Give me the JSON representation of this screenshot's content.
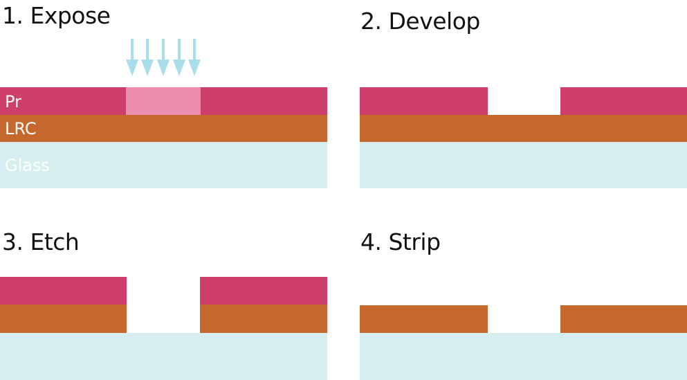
{
  "steps": [
    {
      "title": "1. Expose"
    },
    {
      "title": "2. Develop"
    },
    {
      "title": "3. Etch"
    },
    {
      "title": "4. Strip"
    }
  ],
  "layers": {
    "pr": "Pr",
    "lrc": "LRC",
    "glass": "Glass"
  },
  "colors": {
    "photoresist": "#CF3F6B",
    "exposed": "#EB8DAF",
    "lrc": "#C4682E",
    "glass": "#D6EEEF",
    "light": "#A9DDEA"
  }
}
